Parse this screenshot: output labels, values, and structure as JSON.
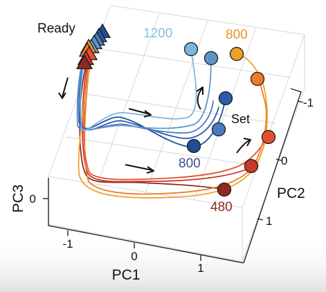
{
  "chart_data": {
    "type": "scatter",
    "title": "",
    "projection": "3d",
    "axes": {
      "x": {
        "label": "PC1",
        "ticks": [
          "-1",
          "0",
          "1"
        ]
      },
      "y": {
        "label": "PC2",
        "ticks": [
          "-1",
          "0",
          "1"
        ]
      },
      "z": {
        "label": "PC3",
        "ticks": [
          "0"
        ]
      }
    },
    "grid": true,
    "annotations": {
      "start": "Ready",
      "middle": "Set"
    },
    "interval_labels": [
      {
        "text": "1200",
        "color": "#7fc1e4"
      },
      {
        "text": "800",
        "color": "#ee9124"
      },
      {
        "text": "800",
        "color": "#3b4f92"
      },
      {
        "text": "480",
        "color": "#8f2a23"
      }
    ],
    "series": [
      {
        "group": "blue",
        "color": "#1f4e96",
        "start_marker": "triangle",
        "end_marker": "circle"
      },
      {
        "group": "blue",
        "color": "#2a5ca8",
        "start_marker": "triangle",
        "end_marker": "circle"
      },
      {
        "group": "blue",
        "color": "#4a7ac0",
        "start_marker": "triangle",
        "end_marker": "circle"
      },
      {
        "group": "blue",
        "color": "#5f93cc",
        "start_marker": "triangle",
        "end_marker": "circle"
      },
      {
        "group": "blue",
        "color": "#7ab6de",
        "start_marker": "triangle",
        "end_marker": "circle"
      },
      {
        "group": "red",
        "color": "#8f2a23",
        "start_marker": "triangle",
        "end_marker": "circle"
      },
      {
        "group": "red",
        "color": "#c9382c",
        "start_marker": "triangle",
        "end_marker": "circle"
      },
      {
        "group": "red",
        "color": "#e4502e",
        "start_marker": "triangle",
        "end_marker": "circle"
      },
      {
        "group": "red",
        "color": "#ee7a2c",
        "start_marker": "triangle",
        "end_marker": "circle"
      },
      {
        "group": "red",
        "color": "#f0a02c",
        "start_marker": "triangle",
        "end_marker": "circle"
      }
    ]
  }
}
